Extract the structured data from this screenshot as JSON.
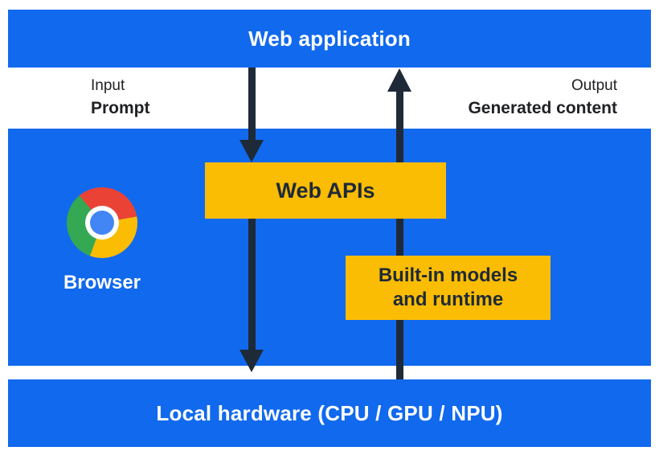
{
  "colors": {
    "blue": "#1169ee",
    "yellow": "#fbbc04",
    "dark": "#1e2a38",
    "chrome-red": "#ea4335",
    "chrome-yellow": "#fbbc04",
    "chrome-green": "#34a853",
    "chrome-blue": "#4285f4"
  },
  "bars": {
    "web_application": "Web application",
    "local_hardware": "Local hardware (CPU / GPU / NPU)"
  },
  "io": {
    "input_caption": "Input",
    "input_value": "Prompt",
    "output_caption": "Output",
    "output_value": "Generated content"
  },
  "browser": {
    "label": "Browser",
    "icon": "chrome-logo"
  },
  "boxes": {
    "web_apis": "Web APIs",
    "builtin_line1": "Built-in models",
    "builtin_line2": "and runtime"
  }
}
